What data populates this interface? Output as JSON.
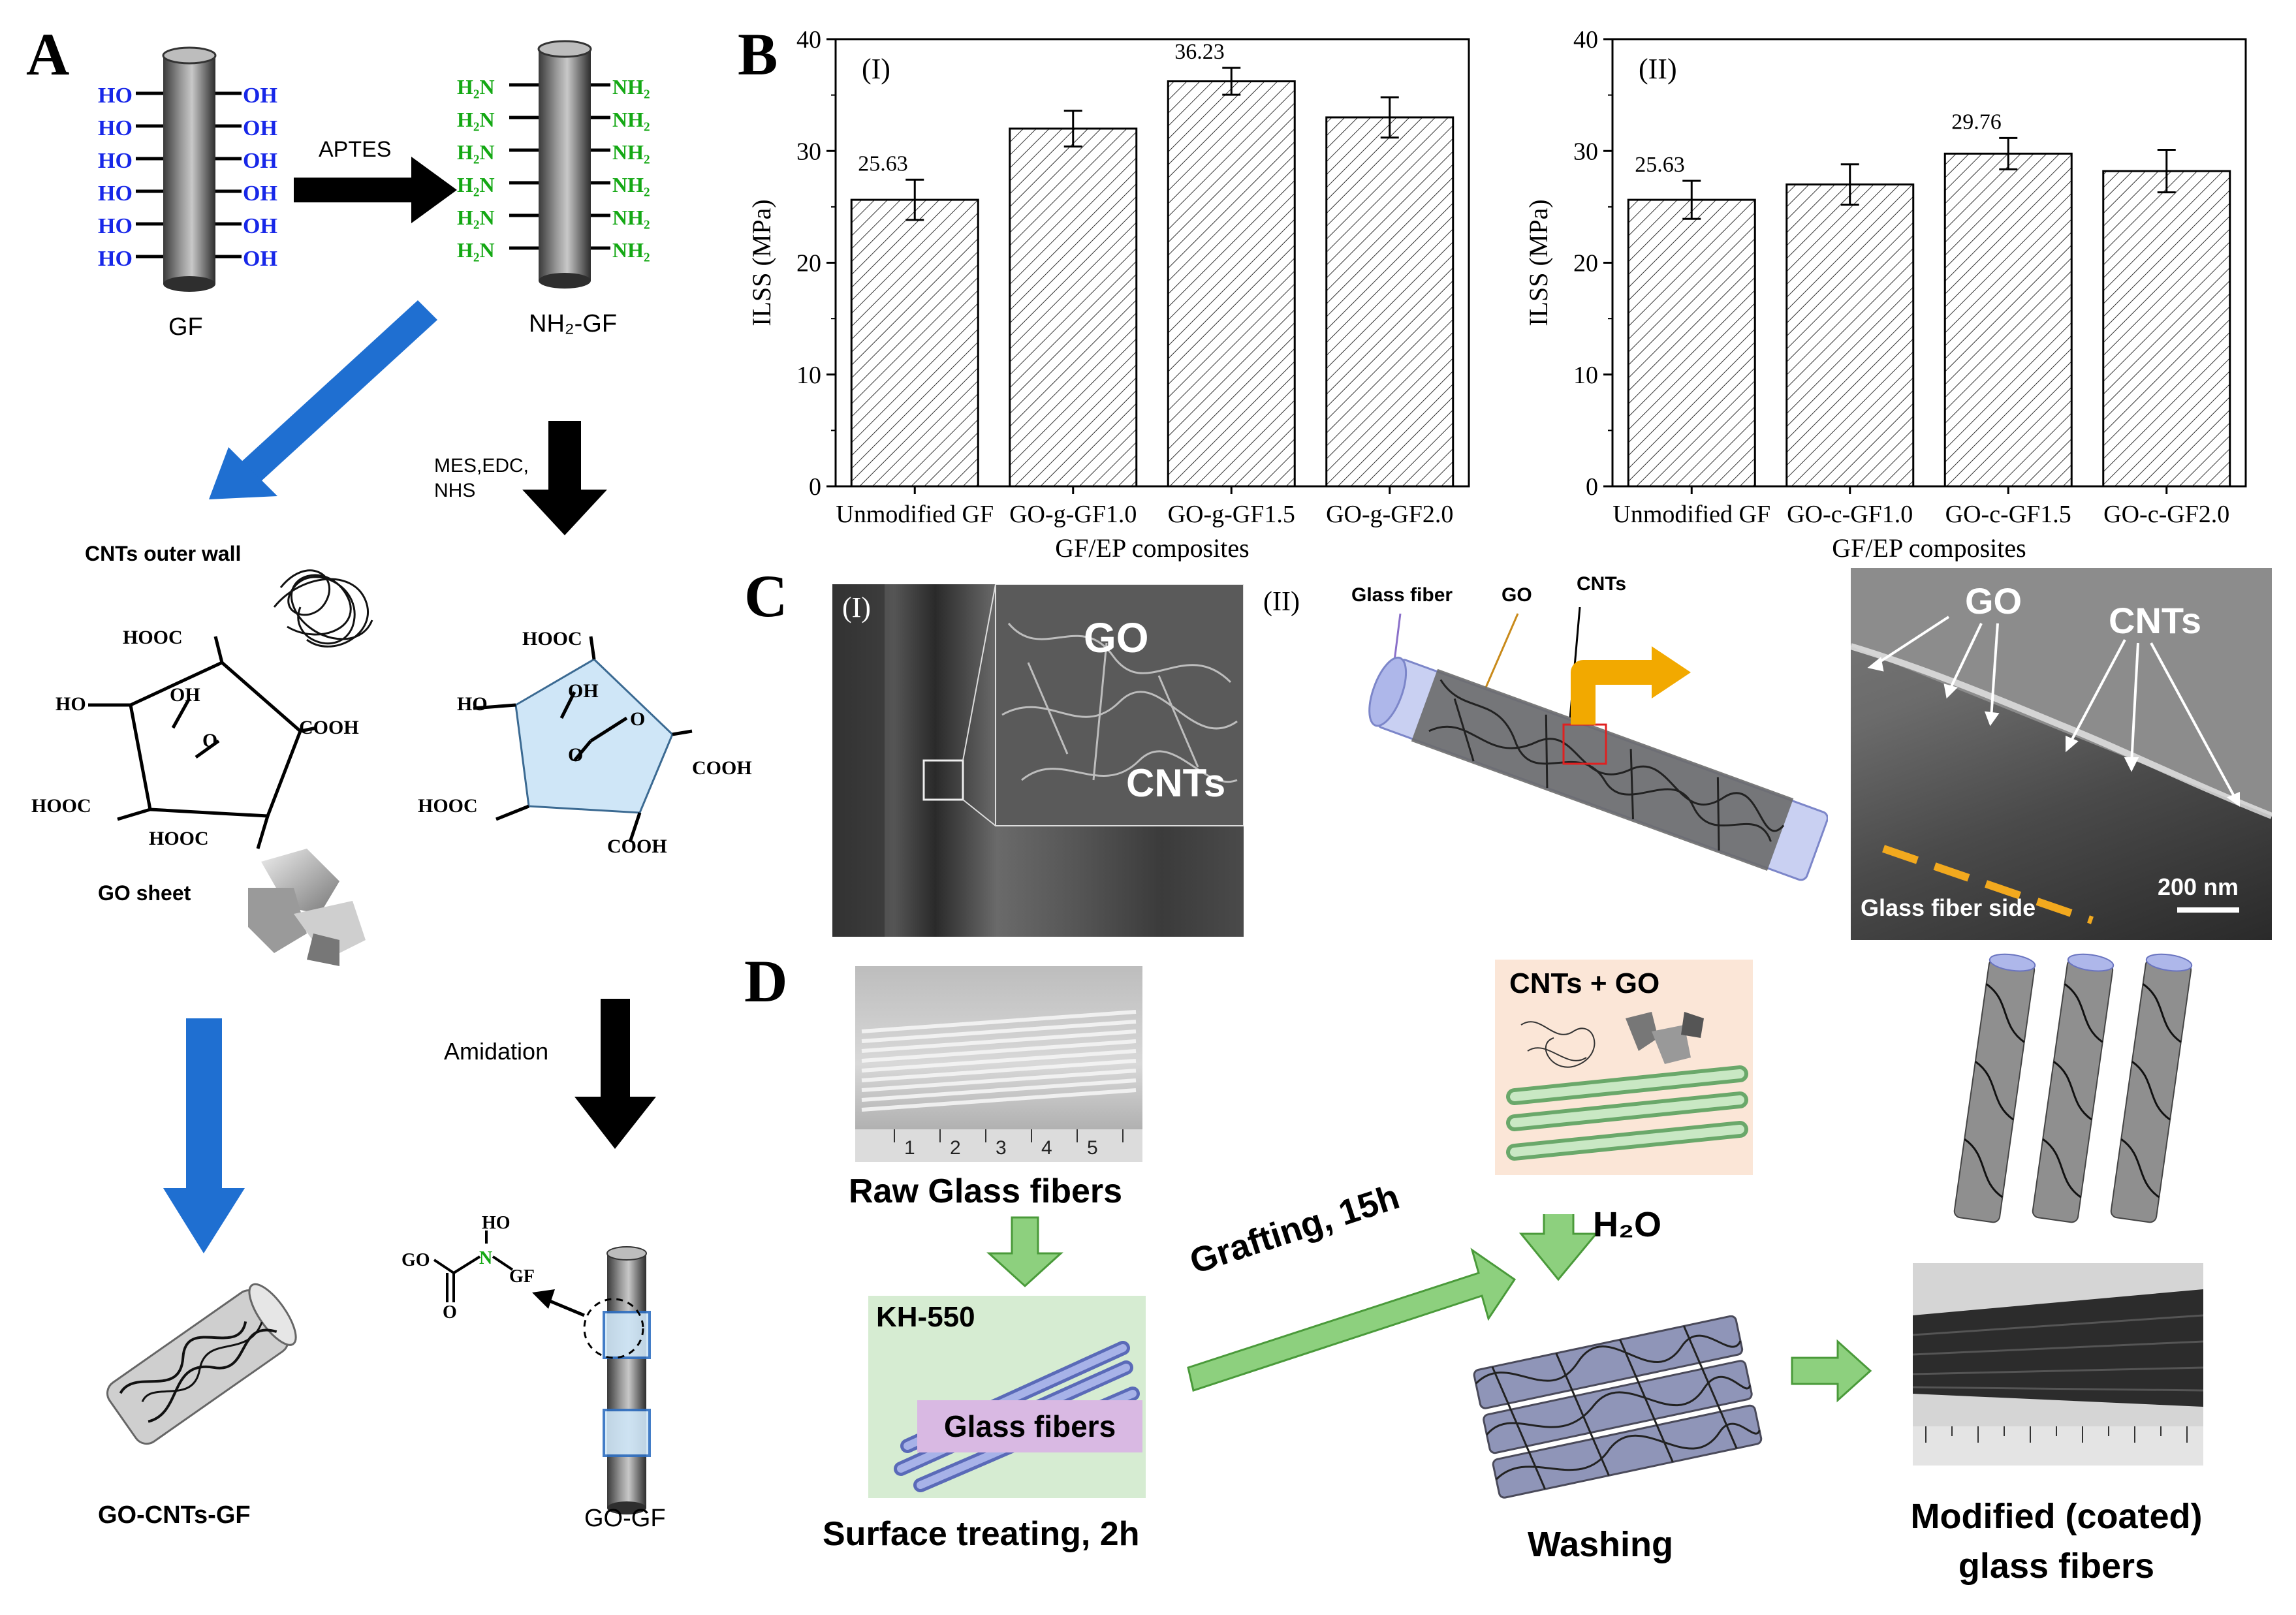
{
  "panels": {
    "a": "A",
    "b": "B",
    "c": "C",
    "d": "D"
  },
  "panelA": {
    "ho": "HO",
    "oh": "OH",
    "h2n": "H₂N",
    "nh2": "NH₂",
    "gf_label": "GF",
    "nh2gf_label": "NH₂-GF",
    "aptes": "APTES",
    "mes_edc": "MES,EDC,",
    "nhs": "NHS",
    "cnts_outer_wall": "CNTs outer wall",
    "go_sheet": "GO sheet",
    "amidation": "Amidation",
    "go_cnts_gf": "GO-CNTs-GF",
    "go_gf": "GO-GF",
    "hooc": "HOOC",
    "cooh": "COOH",
    "ho_ring": "HO",
    "oh_ring": "OH",
    "o": "O",
    "go": "GO",
    "n": "N",
    "gf": "GF",
    "ho_amide": "HO"
  },
  "chart_data": [
    {
      "type": "bar",
      "title": "(I)",
      "categories": [
        "Unmodified GF",
        "GO-g-GF1.0",
        "GO-g-GF1.5",
        "GO-g-GF2.0"
      ],
      "values": [
        25.63,
        32.0,
        36.23,
        33.0
      ],
      "errors": [
        1.8,
        1.6,
        1.2,
        1.8
      ],
      "data_labels": [
        "25.63",
        "",
        "36.23",
        ""
      ],
      "xlabel": "GF/EP composites",
      "ylabel": "ILSS (MPa)",
      "ylim": [
        0,
        40
      ],
      "yticks": [
        "0",
        "10",
        "20",
        "30",
        "40"
      ]
    },
    {
      "type": "bar",
      "title": "(II)",
      "categories": [
        "Unmodified GF",
        "GO-c-GF1.0",
        "GO-c-GF1.5",
        "GO-c-GF2.0"
      ],
      "values": [
        25.63,
        27.0,
        29.76,
        28.2
      ],
      "errors": [
        1.7,
        1.8,
        1.4,
        1.9
      ],
      "data_labels": [
        "25.63",
        "",
        "29.76",
        ""
      ],
      "xlabel": "GF/EP composites",
      "ylabel": "ILSS (MPa)",
      "ylim": [
        0,
        40
      ],
      "yticks": [
        "0",
        "10",
        "20",
        "30",
        "40"
      ]
    }
  ],
  "panelC": {
    "roman1": "(I)",
    "roman2": "(II)",
    "sem_go": "GO",
    "sem_cnts": "CNTs",
    "glass_fiber": "Glass fiber",
    "go": "GO",
    "cnts": "CNTs",
    "tem_go": "GO",
    "tem_cnts": "CNTs",
    "glass_fiber_side": "Glass fiber side",
    "scale": "200 nm"
  },
  "panelD": {
    "raw_glass_fibers": "Raw Glass fibers",
    "ruler_marks": [
      "1",
      "2",
      "3",
      "4",
      "5"
    ],
    "kh550": "KH-550",
    "glass_fibers": "Glass fibers",
    "surface_treating": "Surface treating, 2h",
    "grafting": "Grafting, 15h",
    "cnts_go": "CNTs + GO",
    "h2o": "H₂O",
    "washing": "Washing",
    "modified_line1": "Modified (coated)",
    "modified_line2": "glass fibers"
  }
}
